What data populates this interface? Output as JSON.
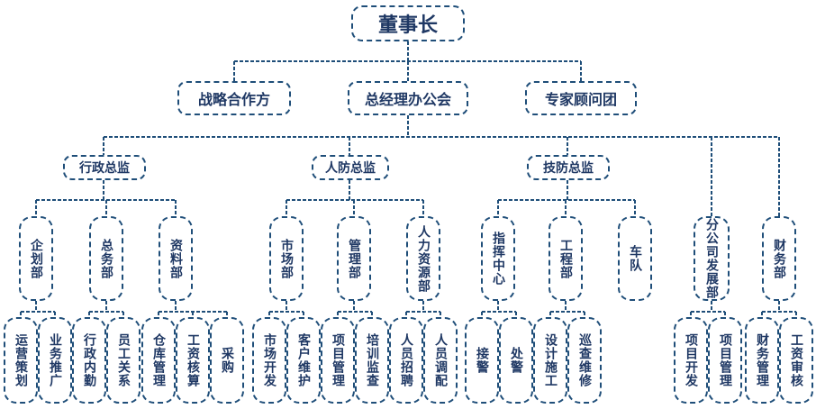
{
  "chairman": "董事长",
  "level1": {
    "strategy": "战略合作方",
    "gm_office": "总经理办公会",
    "expert": "专家顾问团"
  },
  "level2": {
    "admin": "行政总监",
    "hr": "人防总监",
    "tech": "技防总监",
    "branch": "分公司发展部",
    "finance": "财务部"
  },
  "level3": {
    "planning": "企划部",
    "general": "总务部",
    "archives": "资料部",
    "market": "市场部",
    "management": "管理部",
    "hr_dept": "人力资源部",
    "command": "指挥中心",
    "engineering": "工程部",
    "fleet": "车队"
  },
  "level4": {
    "ops_planning": "运营策划",
    "biz_promo": "业务推广",
    "admin_attendance": "行政内勤",
    "staff_relations": "员工关系",
    "warehouse": "仓库管理",
    "payroll": "工资核算",
    "purchasing": "采购",
    "market_dev": "市场开发",
    "client_maint": "客户维护",
    "project_mgmt_a": "项目管理",
    "training": "培训监查",
    "recruit": "人员招聘",
    "transfer": "人员调配",
    "alarm_receive": "接警",
    "alarm_handle": "处警",
    "design_build": "设计施工",
    "inspect_repair": "巡查维修",
    "project_dev": "项目开发",
    "project_mgmt_b": "项目管理",
    "finance_mgmt": "财务管理",
    "payroll_audit": "工资审核"
  }
}
